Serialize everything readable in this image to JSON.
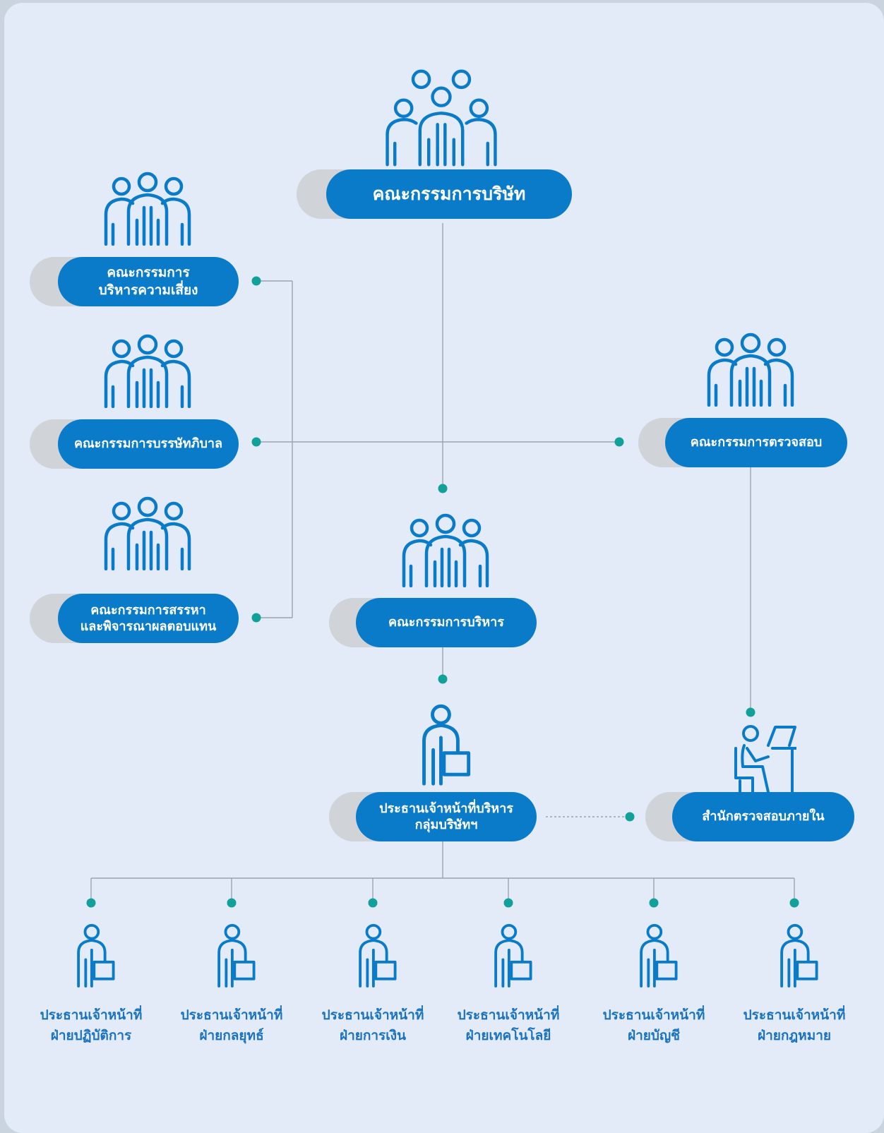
{
  "colors": {
    "accent": "#0a7bc8",
    "icon": "#0a7bc8",
    "connector_dot": "#12a09a",
    "line": "#9aa5b1",
    "shadow_pill": "#d0d3d7",
    "background": "#e2ebf7"
  },
  "board": {
    "label": "คณะกรรมการบริษัท",
    "icon": "group-icon"
  },
  "risk_committee": {
    "line1": "คณะกรรมการ",
    "line2": "บริหารความเสี่ยง",
    "icon": "group-icon"
  },
  "governance_committee": {
    "label": "คณะกรรมการบรรษัทภิบาล",
    "icon": "group-icon"
  },
  "nomination_committee": {
    "line1": "คณะกรรมการสรรหา",
    "line2": "และพิจารณาผลตอบแทน",
    "icon": "group-icon"
  },
  "audit_committee": {
    "label": "คณะกรรมการตรวจสอบ",
    "icon": "group-icon"
  },
  "executive_committee": {
    "label": "คณะกรรมการบริหาร",
    "icon": "group-icon"
  },
  "group_ceo": {
    "line1": "ประธานเจ้าหน้าที่บริหาร",
    "line2": "กลุ่มบริษัทฯ",
    "icon": "businessperson-icon"
  },
  "internal_audit": {
    "label": "สำนักตรวจสอบภายใน",
    "icon": "person-at-desk-icon"
  },
  "chiefs": [
    {
      "line1": "ประธานเจ้าหน้าที่",
      "line2": "ฝ่ายปฏิบัติการ",
      "icon": "businessperson-icon"
    },
    {
      "line1": "ประธานเจ้าหน้าที่",
      "line2": "ฝ่ายกลยุทธ์",
      "icon": "businessperson-icon"
    },
    {
      "line1": "ประธานเจ้าหน้าที่",
      "line2": "ฝ่ายการเงิน",
      "icon": "businessperson-icon"
    },
    {
      "line1": "ประธานเจ้าหน้าที่",
      "line2": "ฝ่ายเทคโนโลยี",
      "icon": "businessperson-icon"
    },
    {
      "line1": "ประธานเจ้าหน้าที่",
      "line2": "ฝ่ายบัญชี",
      "icon": "businessperson-icon"
    },
    {
      "line1": "ประธานเจ้าหน้าที่",
      "line2": "ฝ่ายกฎหมาย",
      "icon": "businessperson-icon"
    }
  ]
}
